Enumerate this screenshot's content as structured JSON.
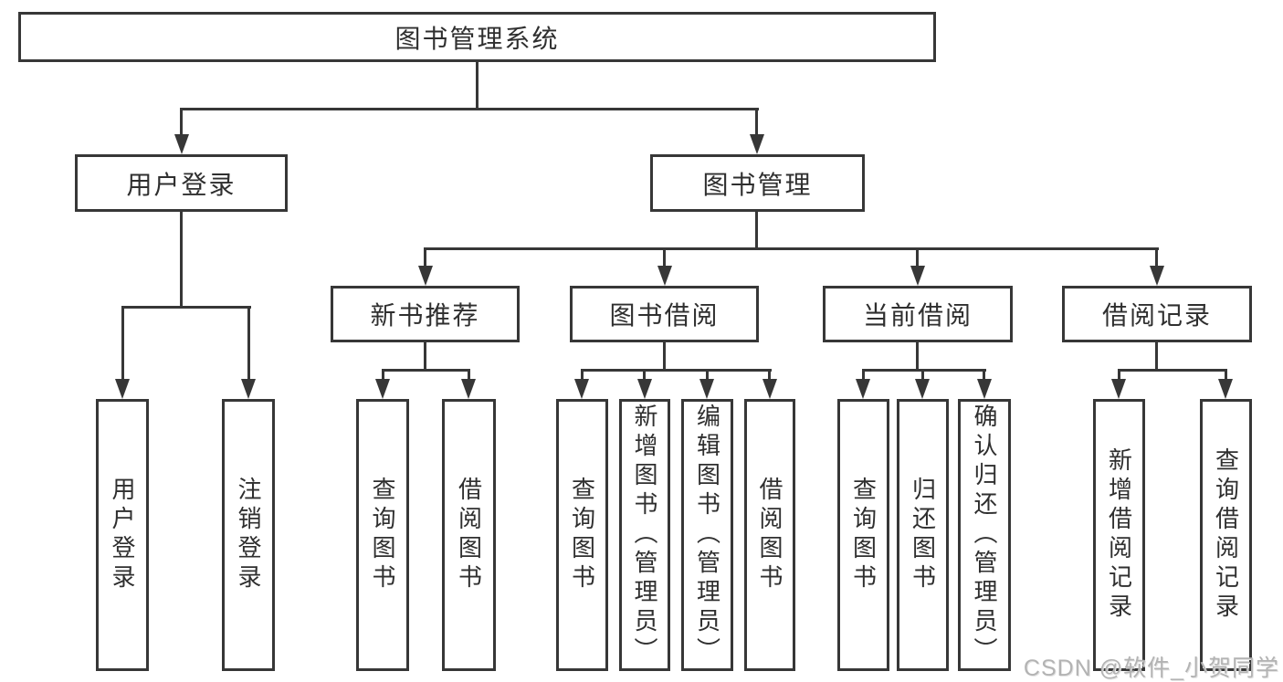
{
  "diagram_title": "图书管理系统",
  "tree": {
    "label": "图书管理系统",
    "children": [
      {
        "label": "用户登录",
        "children": [
          {
            "label": "用户登录"
          },
          {
            "label": "注销登录"
          }
        ]
      },
      {
        "label": "图书管理",
        "children": [
          {
            "label": "新书推荐",
            "children": [
              {
                "label": "查询图书"
              },
              {
                "label": "借阅图书"
              }
            ]
          },
          {
            "label": "图书借阅",
            "children": [
              {
                "label": "查询图书"
              },
              {
                "label": "新增图书（管理员）"
              },
              {
                "label": "编辑图书（管理员）"
              },
              {
                "label": "借阅图书"
              }
            ]
          },
          {
            "label": "当前借阅",
            "children": [
              {
                "label": "查询图书"
              },
              {
                "label": "归还图书"
              },
              {
                "label": "确认归还（管理员）"
              }
            ]
          },
          {
            "label": "借阅记录",
            "children": [
              {
                "label": "新增借阅记录"
              },
              {
                "label": "查询借阅记录"
              }
            ]
          }
        ]
      }
    ]
  },
  "watermark": {
    "text": "CSDN @软件_小贺同学",
    "color": "#b3b3b3"
  },
  "colors": {
    "line": "#373737",
    "text": "#2f2f2f",
    "background": "#ffffff"
  }
}
